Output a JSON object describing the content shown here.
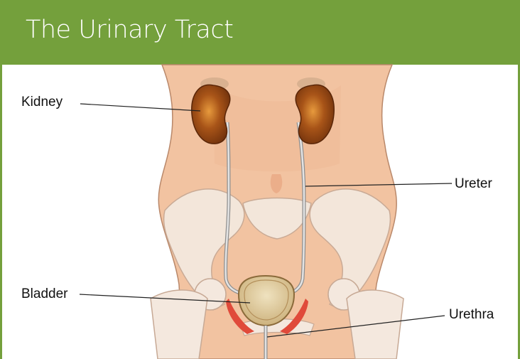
{
  "title": "The Urinary Tract",
  "labels": {
    "kidney": "Kidney",
    "ureter": "Ureter",
    "bladder": "Bladder",
    "urethra": "Urethra"
  },
  "colors": {
    "header": "#74a03c",
    "skin": "#f2c3a1",
    "bone": "#f4e8de",
    "kidney": "#8a4412",
    "bladder": "#d8c79a",
    "muscle": "#e04a3a"
  }
}
